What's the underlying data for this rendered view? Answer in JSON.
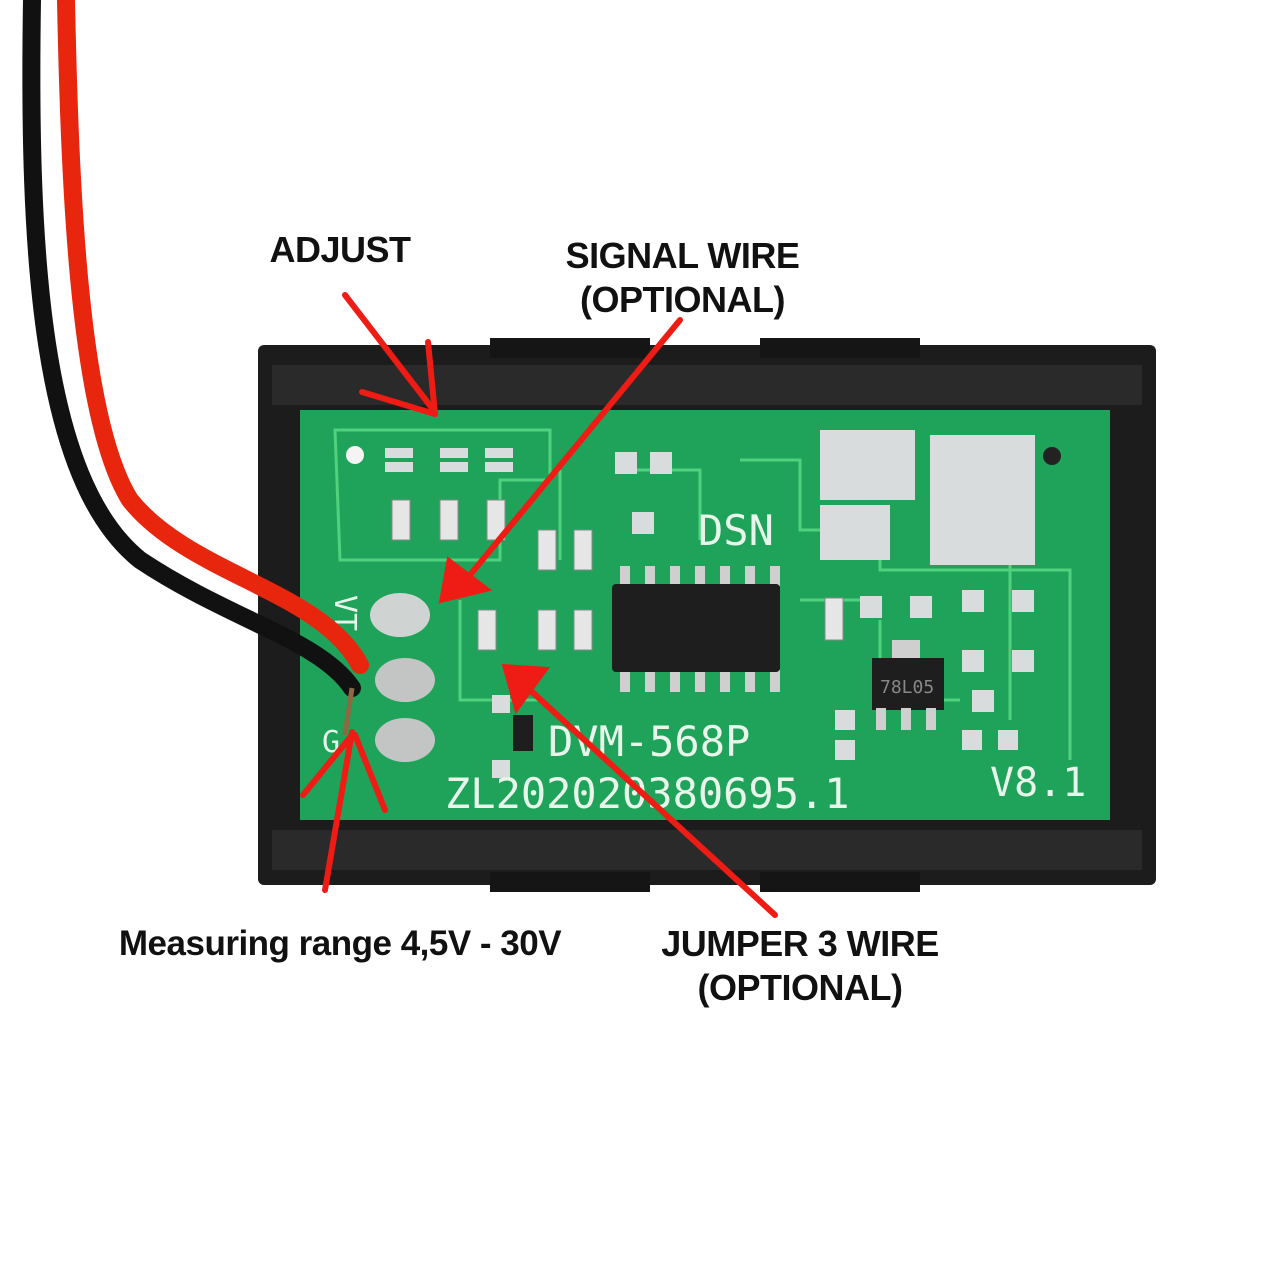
{
  "annotations": {
    "adjust": "ADJUST",
    "signal_wire": [
      "SIGNAL WIRE",
      "(OPTIONAL)"
    ],
    "measuring_range": "Measuring range 4,5V - 30V",
    "jumper_wire": [
      "JUMPER 3 WIRE",
      "(OPTIONAL)"
    ]
  },
  "pcb_silkscreen": {
    "model": "DVM-568P",
    "serial": "ZL202020380695.1",
    "version": "V8.1",
    "brand": "DSN",
    "regulator": "78L05",
    "pin_vt": "VT",
    "pin_g": "G"
  },
  "colors": {
    "arrow": "#ee1c14",
    "pcb": "#1fa35a",
    "housing": "#1c1c1c",
    "red_wire": "#e8260e"
  }
}
